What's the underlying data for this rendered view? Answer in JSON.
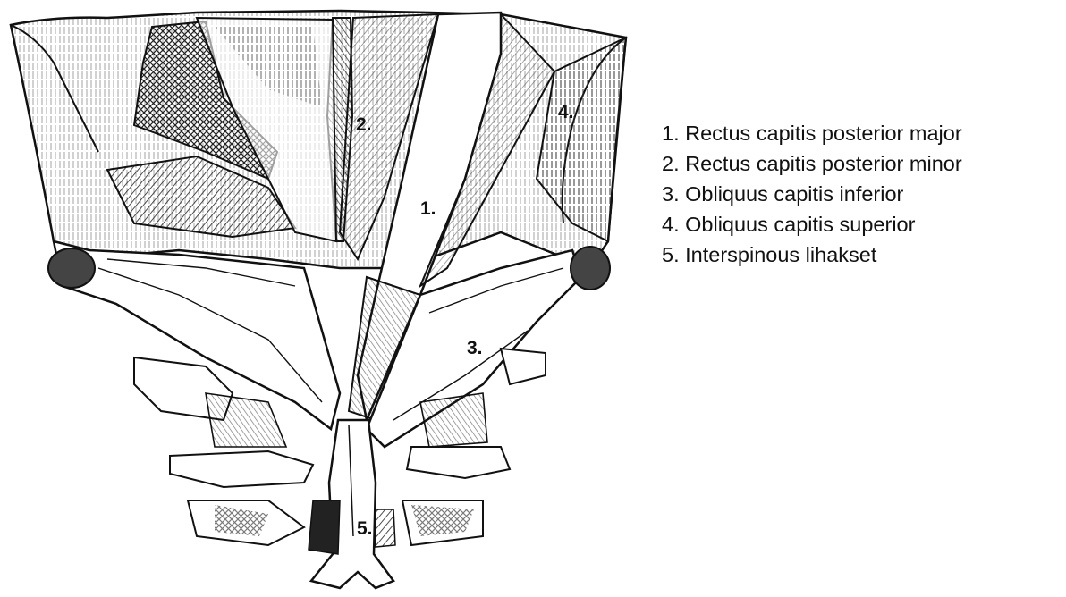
{
  "figure": {
    "labels": {
      "l1": "1.",
      "l2": "2.",
      "l3": "3.",
      "l4": "4.",
      "l5": "5."
    }
  },
  "legend": {
    "items": [
      "1. Rectus capitis posterior major",
      "2. Rectus capitis posterior minor",
      "3. Obliquus capitis inferior",
      "4. Obliquus capitis superior",
      "5. Interspinous lihakset"
    ]
  },
  "colors": {
    "ink": "#111111",
    "background": "#ffffff"
  }
}
